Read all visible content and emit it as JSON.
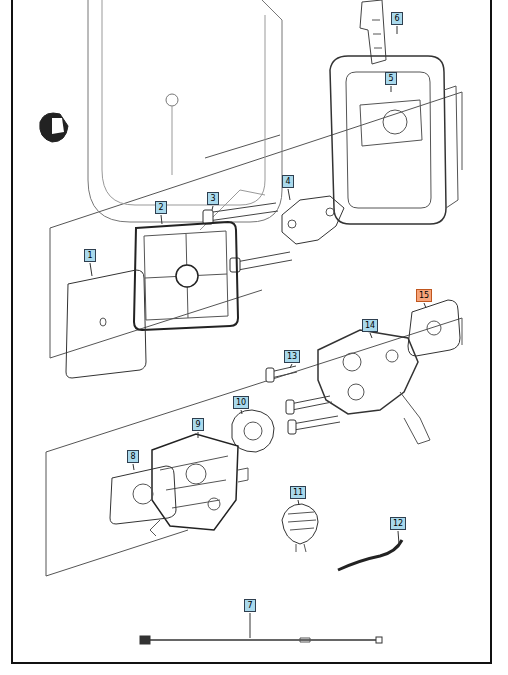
{
  "diagram": {
    "labels": [
      "6",
      "5",
      "4",
      "3",
      "2",
      "1",
      "15",
      "14",
      "13",
      "10",
      "9",
      "8",
      "11",
      "12",
      "7"
    ]
  }
}
